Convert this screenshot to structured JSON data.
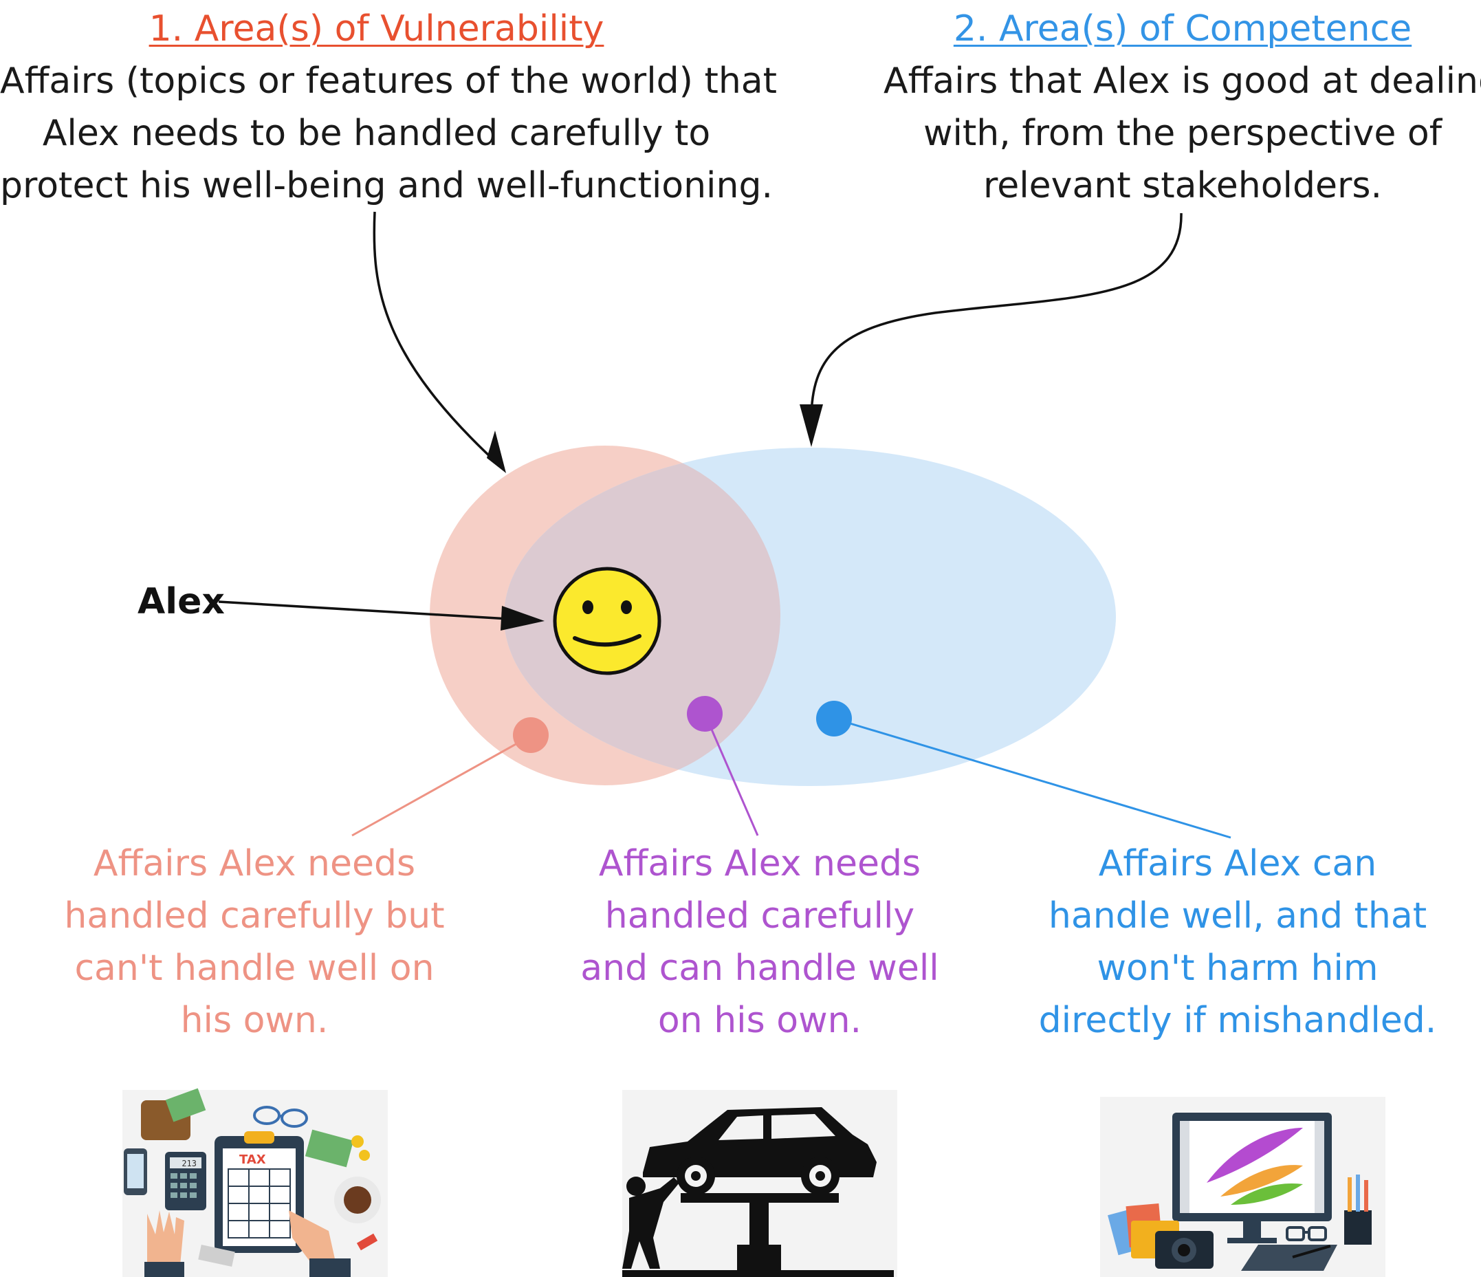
{
  "header_left": {
    "heading": "1. Area(s) of Vulnerability",
    "lines": [
      "Affairs (topics or features of the world) that",
      "Alex needs to be handled carefully to",
      "protect his well-being and well-functioning."
    ]
  },
  "header_right": {
    "heading": "2. Area(s) of Competence",
    "lines": [
      "Affairs that Alex is good at dealing",
      "with, from the perspective of",
      "relevant stakeholders."
    ]
  },
  "alex_label": "Alex",
  "captions": {
    "left": [
      "Affairs Alex needs",
      "handled carefully but",
      "can't handle well on",
      "his own."
    ],
    "middle": [
      "Affairs Alex needs",
      "handled carefully",
      "and can handle well",
      "on his own."
    ],
    "right": [
      "Affairs Alex can",
      "handle well, and that",
      "won't harm him",
      "directly if mishandled."
    ]
  },
  "illustrations": {
    "left": {
      "icon": "tax-paperwork-icon",
      "badge": "TAX",
      "calculator_display": "213"
    },
    "middle": {
      "icon": "car-repair-lift-icon"
    },
    "right": {
      "icon": "graphic-design-workstation-icon"
    }
  },
  "colors": {
    "vulnerability": "#e8502f",
    "competence": "#3394e6",
    "vulnerability_fill": "#f6cfc6",
    "competence_fill": "#d4e8f9",
    "overlap_fill": "#dccad1",
    "dot_salmon": "#ee9384",
    "dot_purple": "#ae54cf",
    "dot_blue": "#2f93e6",
    "smiley": "#fbe92d"
  }
}
